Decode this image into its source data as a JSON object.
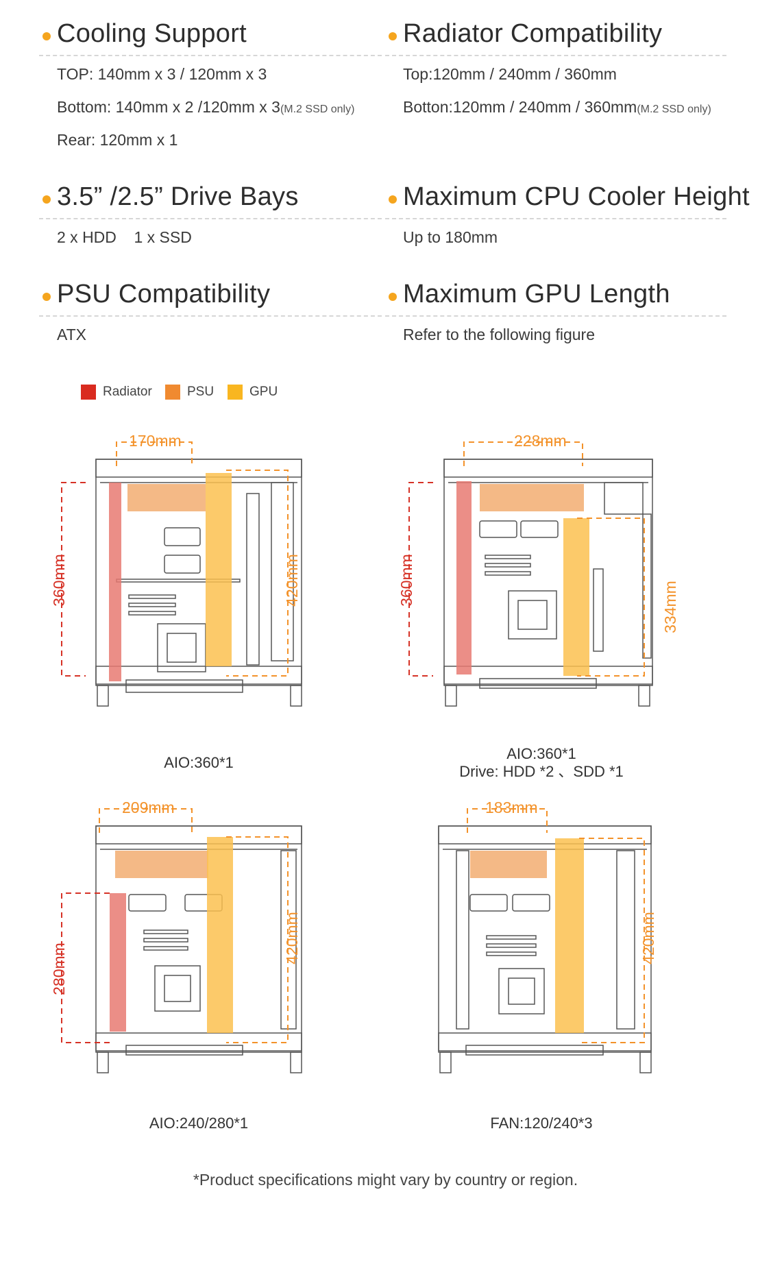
{
  "colors": {
    "accent": "#f5a51e",
    "radiator": "#d92b1f",
    "psu": "#f08a30",
    "gpu": "#f9b620",
    "dim_red": "#d63226",
    "dim_orange": "#f3922a"
  },
  "specs": {
    "cooling": {
      "title": "Cooling Support",
      "line1": "TOP:  140mm x 3 / 120mm x 3",
      "line2_main": "Bottom: 140mm x 2  /120mm x 3",
      "line2_note": "(M.2 SSD only)",
      "line3": "Rear: 120mm x 1"
    },
    "radiator": {
      "title": "Radiator Compatibility",
      "line1": "Top:120mm / 240mm / 360mm",
      "line2_main": "Botton:120mm / 240mm / 360mm",
      "line2_note": "(M.2 SSD only)"
    },
    "drive": {
      "title": "3.5” /2.5” Drive Bays",
      "line1": "2 x HDD    1 x SSD"
    },
    "cpu": {
      "title": "Maximum CPU Cooler Height",
      "line1": "Up to 180mm"
    },
    "psu": {
      "title": "PSU Compatibility",
      "line1": "ATX"
    },
    "gpu": {
      "title": "Maximum GPU Length",
      "line1": "Refer to the following figure"
    }
  },
  "legend": {
    "radiator": "Radiator",
    "psu": "PSU",
    "gpu": "GPU"
  },
  "diagrams": {
    "d1": {
      "psu": "170mm",
      "radiator": "360mm",
      "gpu": "420mm",
      "caption": "AIO:360*1"
    },
    "d2": {
      "psu": "228mm",
      "radiator": "360mm",
      "gpu": "334mm",
      "caption_line1": "AIO:360*1",
      "caption_line2": "Drive: HDD *2 、SDD *1"
    },
    "d3": {
      "psu": "209mm",
      "radiator": "280mm",
      "gpu": "420mm",
      "caption": "AIO:240/280*1"
    },
    "d4": {
      "psu": "183mm",
      "gpu": "420mm",
      "caption": "FAN:120/240*3"
    }
  },
  "footnote": "*Product specifications might vary by country or region."
}
